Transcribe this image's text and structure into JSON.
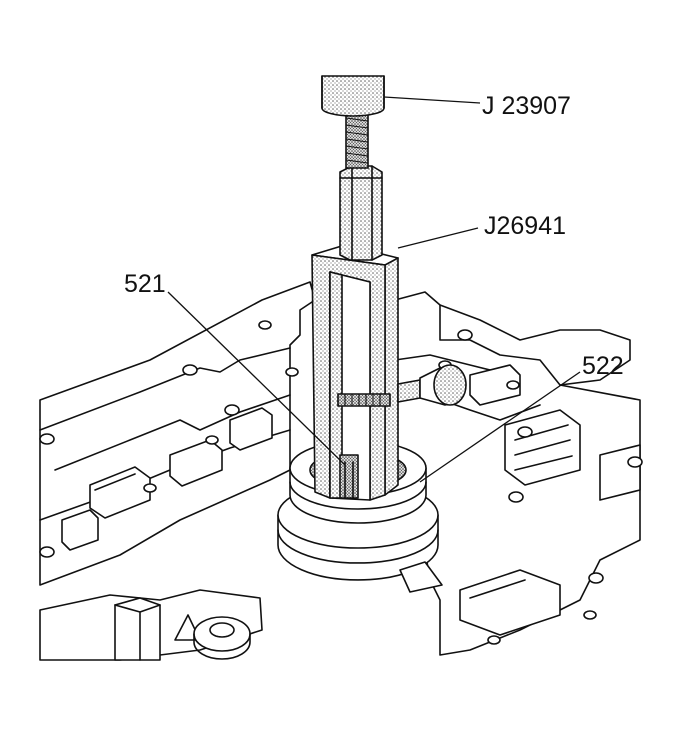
{
  "callouts": {
    "j23907": "J 23907",
    "j26941": "J26941",
    "p521": "521",
    "p522": "522"
  },
  "colors": {
    "ink": "#111111",
    "paper": "#ffffff",
    "stipple": "#8a8a8a"
  }
}
